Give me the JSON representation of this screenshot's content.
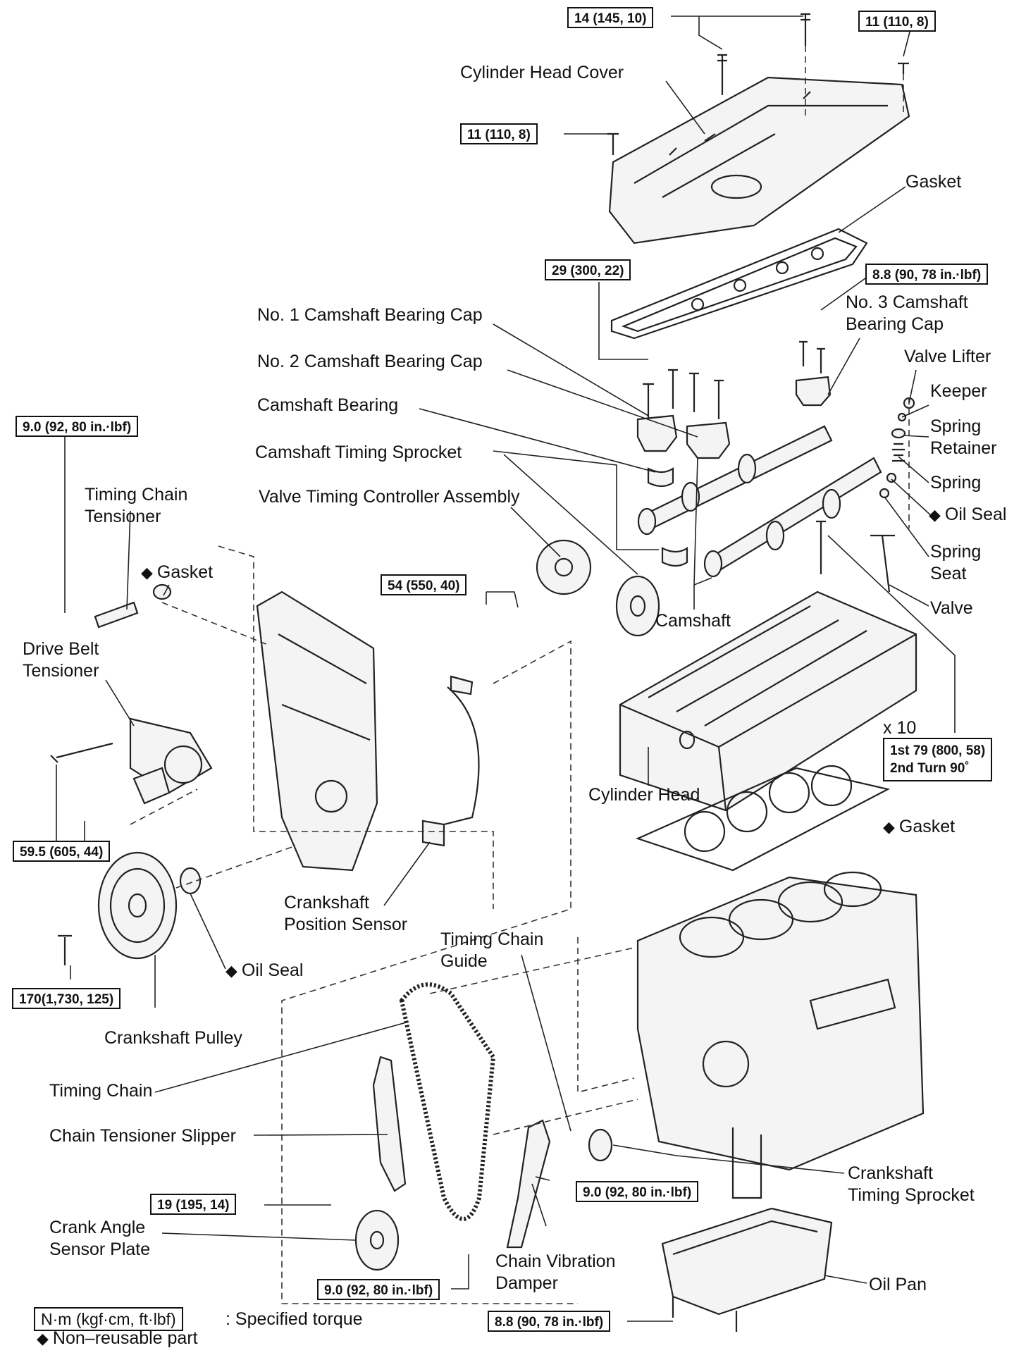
{
  "labels": {
    "cylinder_head_cover": "Cylinder Head Cover",
    "gasket_cover": "Gasket",
    "no1_cap": "No. 1 Camshaft Bearing Cap",
    "no2_cap": "No. 2 Camshaft Bearing Cap",
    "no3_cap_line1": "No. 3 Camshaft",
    "no3_cap_line2": "Bearing Cap",
    "valve_lifter": "Valve Lifter",
    "keeper": "Keeper",
    "spring_retainer_line1": "Spring",
    "spring_retainer_line2": "Retainer",
    "spring": "Spring",
    "oil_seal_valve": "Oil Seal",
    "spring_seat_line1": "Spring",
    "spring_seat_line2": "Seat",
    "valve": "Valve",
    "camshaft_bearing": "Camshaft Bearing",
    "camshaft_timing_sprocket": "Camshaft Timing Sprocket",
    "vvt_assembly": "Valve Timing Controller Assembly",
    "camshaft": "Camshaft",
    "timing_chain_tensioner_line1": "Timing Chain",
    "timing_chain_tensioner_line2": "Tensioner",
    "gasket_tensioner": "Gasket",
    "drive_belt_tensioner_line1": "Drive Belt",
    "drive_belt_tensioner_line2": "Tensioner",
    "cylinder_head": "Cylinder Head",
    "x10": "x 10",
    "gasket_head": "Gasket",
    "crank_pos_sensor_line1": "Crankshaft",
    "crank_pos_sensor_line2": "Position Sensor",
    "oil_seal_front": "Oil Seal",
    "crankshaft_pulley": "Crankshaft Pulley",
    "timing_chain_guide_line1": "Timing Chain",
    "timing_chain_guide_line2": "Guide",
    "timing_chain": "Timing Chain",
    "chain_tensioner_slipper": "Chain Tensioner Slipper",
    "crank_angle_plate_line1": "Crank Angle",
    "crank_angle_plate_line2": "Sensor Plate",
    "chain_vibration_damper_line1": "Chain Vibration",
    "chain_vibration_damper_line2": "Damper",
    "crank_timing_sprocket_line1": "Crankshaft",
    "crank_timing_sprocket_line2": "Timing Sprocket",
    "oil_pan": "Oil Pan"
  },
  "torques": {
    "t_cover_center": "14 (145, 10)",
    "t_cover_right": "11 (110, 8)",
    "t_cover_left": "11 (110, 8)",
    "t_cap_no1": "29 (300, 22)",
    "t_cap_no3": "8.8 (90, 78 in.·lbf)",
    "t_tensioner": "9.0 (92, 80 in.·lbf)",
    "t_vvt": "54 (550, 40)",
    "t_head_line1": "1st 79 (800, 58)",
    "t_head_line2": "2nd Turn 90˚",
    "t_drive_belt": "59.5 (605, 44)",
    "t_pulley": "170(1,730, 125)",
    "t_slipper": "19 (195, 14)",
    "t_guide": "9.0 (92, 80 in.·lbf)",
    "t_plate": "9.0 (92, 80 in.·lbf)",
    "t_oil_pan": "8.8 (90, 78 in.·lbf)"
  },
  "legend": {
    "unit_box": "N·m (kgf·cm, ft·lbf)",
    "unit_text": ": Specified torque",
    "nonreusable": "Non–reusable part",
    "diamond": "◆"
  }
}
